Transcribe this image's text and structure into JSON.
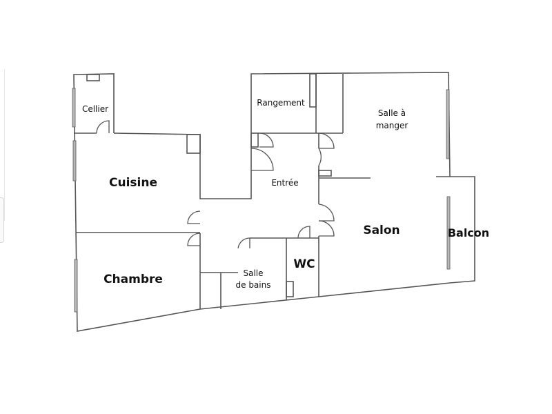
{
  "rooms": {
    "cellier": "Cellier",
    "rangement": "Rangement",
    "salle_a_manger_l1": "Salle à",
    "salle_a_manger_l2": "manger",
    "cuisine": "Cuisine",
    "entree": "Entrée",
    "salon": "Salon",
    "balcon": "Balcon",
    "chambre": "Chambre",
    "wc": "WC",
    "salle_de_bains_l1": "Salle",
    "salle_de_bains_l2": "de bains"
  },
  "colors": {
    "wall": "#555555",
    "window": "#b9b9b9",
    "text": "#111111",
    "background": "#ffffff"
  }
}
